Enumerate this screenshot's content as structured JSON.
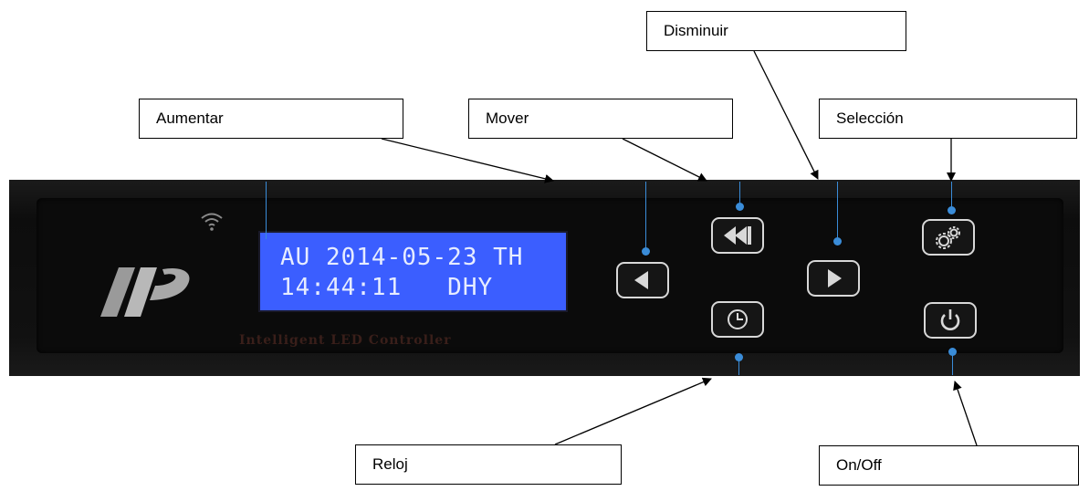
{
  "labels": {
    "aumentar": "Aumentar",
    "mover": "Mover",
    "disminuir": "Disminuir",
    "seleccion": "Selección",
    "reloj": "Reloj",
    "onoff": "On/Off"
  },
  "display": {
    "line1": "AU 2014-05-23 TH",
    "line2": "14:44:11   DHY"
  },
  "brand": "Intelligent LED Controller",
  "icons": {
    "wifi": "wifi-icon",
    "logo": "logo-icon",
    "left": "triangle-left-icon",
    "rewind": "rewind-icon",
    "right": "triangle-right-icon",
    "settings": "gears-icon",
    "clock": "clock-icon",
    "power": "power-icon"
  },
  "colors": {
    "lcd": "#3b5eff",
    "leader": "#3a8cd8",
    "panel": "#111111"
  }
}
